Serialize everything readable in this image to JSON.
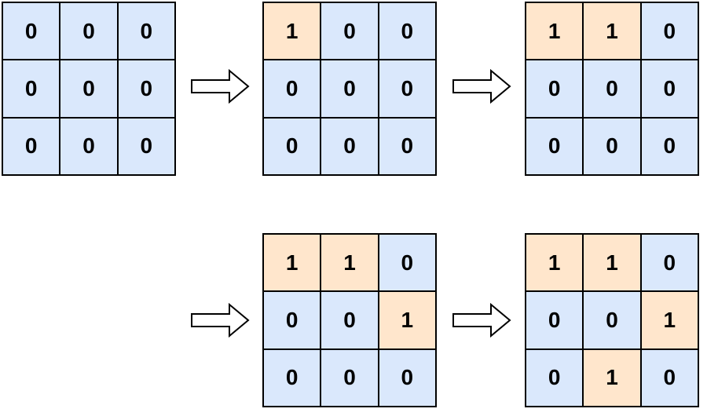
{
  "colors": {
    "zero_cell": "#dae8fc",
    "one_cell": "#ffe6cc",
    "border": "#000000"
  },
  "icons": {
    "arrow": "right-arrow-icon"
  },
  "grids": [
    {
      "cells": [
        [
          "0",
          "0",
          "0"
        ],
        [
          "0",
          "0",
          "0"
        ],
        [
          "0",
          "0",
          "0"
        ]
      ]
    },
    {
      "cells": [
        [
          "1",
          "0",
          "0"
        ],
        [
          "0",
          "0",
          "0"
        ],
        [
          "0",
          "0",
          "0"
        ]
      ]
    },
    {
      "cells": [
        [
          "1",
          "1",
          "0"
        ],
        [
          "0",
          "0",
          "0"
        ],
        [
          "0",
          "0",
          "0"
        ]
      ]
    },
    {
      "cells": [
        [
          "1",
          "1",
          "0"
        ],
        [
          "0",
          "0",
          "1"
        ],
        [
          "0",
          "0",
          "0"
        ]
      ]
    },
    {
      "cells": [
        [
          "1",
          "1",
          "0"
        ],
        [
          "0",
          "0",
          "1"
        ],
        [
          "0",
          "1",
          "0"
        ]
      ]
    }
  ]
}
